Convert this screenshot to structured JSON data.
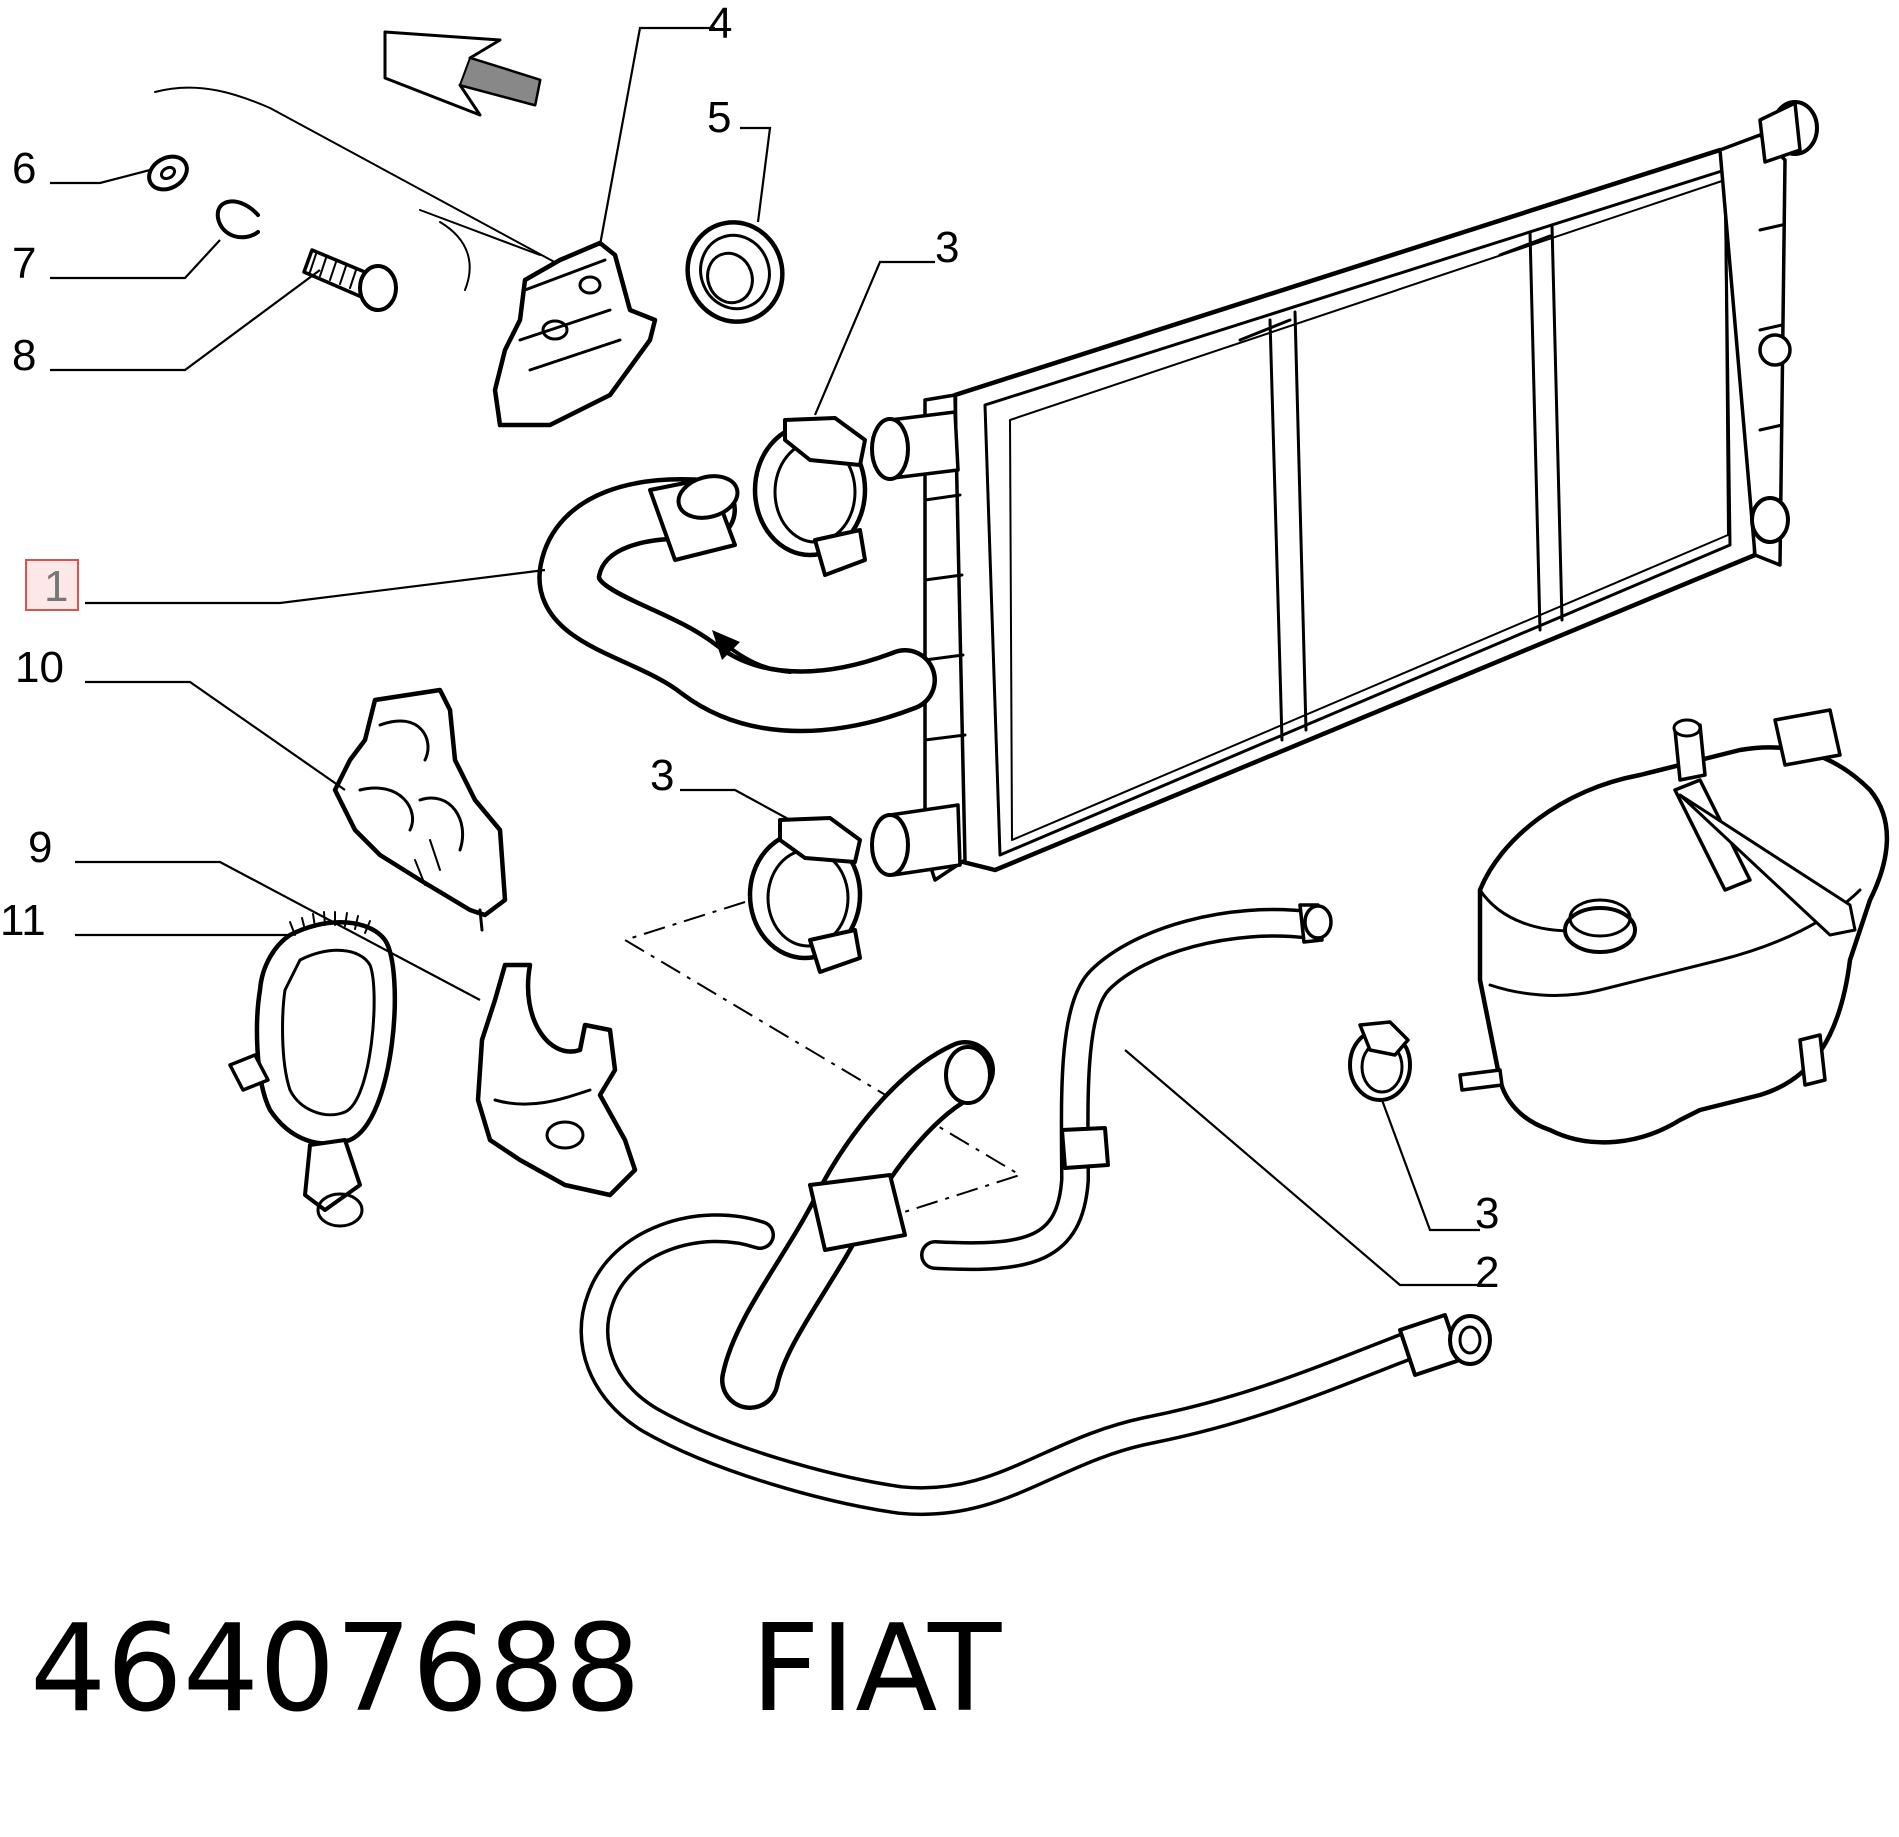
{
  "callouts": {
    "c1": "1",
    "c2": "2",
    "c3a": "3",
    "c3b": "3",
    "c3c": "3",
    "c4": "4",
    "c5": "5",
    "c6": "6",
    "c7": "7",
    "c8": "8",
    "c9": "9",
    "c10": "10",
    "c11": "11"
  },
  "highlight_color": "#d9534f",
  "footer": {
    "part_number": "46407688",
    "brand": "FIAT"
  }
}
